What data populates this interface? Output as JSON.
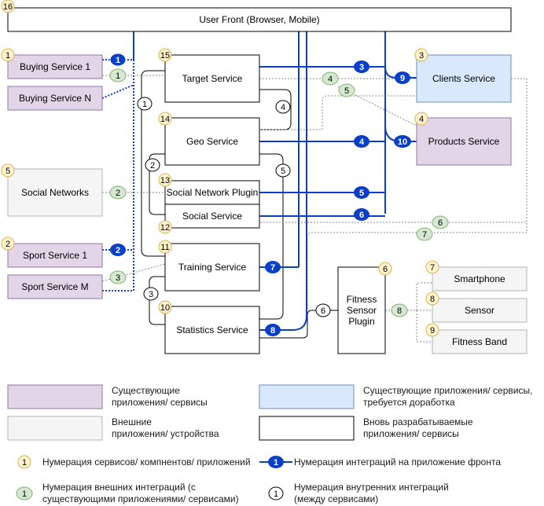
{
  "front": {
    "label": "User Front (Browser, Mobile)",
    "num": "16"
  },
  "services": {
    "buying1": {
      "label": "Buying Service 1",
      "num": "1"
    },
    "buyingN": {
      "label": "Buying Service N"
    },
    "social_networks": {
      "label": "Social Networks",
      "num": "5"
    },
    "sport1": {
      "label": "Sport Service 1",
      "num": "2"
    },
    "sportM": {
      "label": "Sport Service M"
    },
    "target": {
      "label": "Target Service",
      "num": "15"
    },
    "geo": {
      "label": "Geo Service",
      "num": "14"
    },
    "social_plugin": {
      "label": "Social Network Plugin",
      "num": "13"
    },
    "social_service": {
      "label": "Social Service",
      "num": "12"
    },
    "training": {
      "label": "Training Service",
      "num": "11"
    },
    "statistics": {
      "label": "Statistics Service",
      "num": "10"
    },
    "clients": {
      "label": "Clients Service",
      "num": "3"
    },
    "products": {
      "label": "Products Service",
      "num": "4"
    },
    "fitness_plugin": {
      "label": "Fitness Sensor Plugin",
      "num": "6",
      "lines": [
        "Fitness",
        "Sensor",
        "Plugin"
      ]
    },
    "smartphone": {
      "label": "Smartphone",
      "num": "7"
    },
    "sensor": {
      "label": "Sensor",
      "num": "8"
    },
    "fitness_band": {
      "label": "Fitness Band",
      "num": "9"
    }
  },
  "legend": {
    "existing": {
      "lines": [
        "Существующие",
        "приложения/ сервисы"
      ]
    },
    "existing_rework": {
      "lines": [
        "Существующие приложения/ сервисы,",
        "требуется доработка"
      ]
    },
    "external": {
      "lines": [
        "Внешние",
        "приложения/ устройства"
      ]
    },
    "new": {
      "lines": [
        "Вновь разрабатываемые",
        "приложения/ сервисы"
      ]
    },
    "num_services": {
      "badge": "1",
      "label": "Нумерация сервисов/ компнентов/ приложений"
    },
    "num_front": {
      "badge": "1",
      "label": "Нумерация интеграций на приложение фронта"
    },
    "num_external": {
      "badge": "1",
      "lines": [
        "Нумерация внешних интеграций (с",
        "существующими приложениями/ сервисами)"
      ]
    },
    "num_internal": {
      "badge": "1",
      "lines": [
        "Нумерация внутренних интеграций",
        "(между сервисами)"
      ]
    }
  },
  "integrations": {
    "front": [
      "1",
      "2",
      "3",
      "4",
      "5",
      "6",
      "7",
      "8",
      "9",
      "10"
    ],
    "external": [
      "1",
      "2",
      "3",
      "4",
      "5",
      "6",
      "7",
      "8"
    ],
    "internal": [
      "1",
      "2",
      "3",
      "4",
      "5",
      "6"
    ]
  },
  "colors": {
    "front_blue": "#0b3fc7",
    "existing_fill": "#e1d5e7",
    "existing_stroke": "#9673a6",
    "rework_fill": "#dae8fc",
    "rework_stroke": "#6c8ebf",
    "external_fill": "#f5f5f5",
    "external_stroke": "#b3b3b3",
    "num_fill": "#fff2cc",
    "num_stroke": "#d6b656",
    "ext_badge_fill": "#d5e8d4",
    "ext_badge_stroke": "#82b366"
  }
}
